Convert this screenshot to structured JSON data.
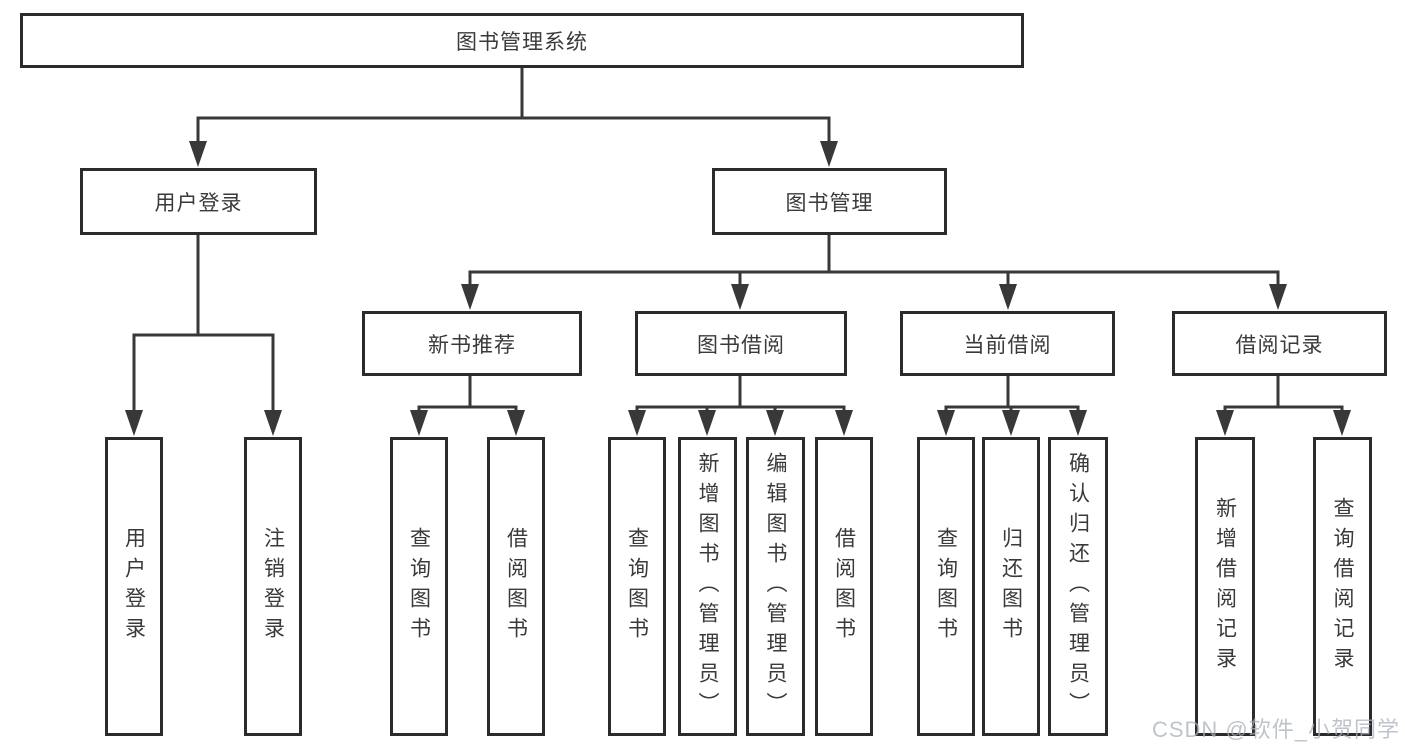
{
  "tree": {
    "label": "图书管理系统",
    "children": [
      {
        "label": "用户登录",
        "children": [
          {
            "label": "用户登录"
          },
          {
            "label": "注销登录"
          }
        ]
      },
      {
        "label": "图书管理",
        "children": [
          {
            "label": "新书推荐",
            "children": [
              {
                "label": "查询图书"
              },
              {
                "label": "借阅图书"
              }
            ]
          },
          {
            "label": "图书借阅",
            "children": [
              {
                "label": "查询图书"
              },
              {
                "label": "新增图书（管理员）"
              },
              {
                "label": "编辑图书（管理员）"
              },
              {
                "label": "借阅图书"
              }
            ]
          },
          {
            "label": "当前借阅",
            "children": [
              {
                "label": "查询图书"
              },
              {
                "label": "归还图书"
              },
              {
                "label": "确认归还（管理员）"
              }
            ]
          },
          {
            "label": "借阅记录",
            "children": [
              {
                "label": "新增借阅记录"
              },
              {
                "label": "查询借阅记录"
              }
            ]
          }
        ]
      }
    ]
  },
  "watermark": "CSDN @软件_小贺同学",
  "colors": {
    "background": "#ffffff",
    "box_fill": "#ffffff",
    "box_border": "#2b2b2b",
    "line": "#383838",
    "text": "#3a3a3a",
    "watermark": "#aab0ba"
  }
}
